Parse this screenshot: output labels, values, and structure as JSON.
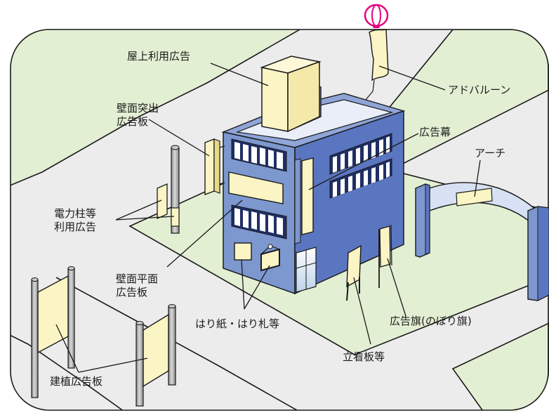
{
  "labels": {
    "rooftop": "屋上利用広告",
    "wall_projecting_line1": "壁面突出",
    "wall_projecting_line2": "広告板",
    "balloon": "アドバルーン",
    "curtain": "広告幕",
    "arch": "アーチ",
    "pole_line1": "電力柱等",
    "pole_line2": "利用広告",
    "wall_flat_line1": "壁面平面",
    "wall_flat_line2": "広告板",
    "posters": "はり紙・はり札等",
    "banner_flag": "広告旗(のぼり旗)",
    "standing_sign": "立看板等",
    "built_sign": "建植広告板"
  },
  "colors": {
    "ground": "#e3efd3",
    "road": "#ececec",
    "building_front": "#7d97cf",
    "building_side": "#5b76c0",
    "ad_fill": "#fbf4c4",
    "pole": "#a9a9a9",
    "balloon": "#e4007f"
  }
}
